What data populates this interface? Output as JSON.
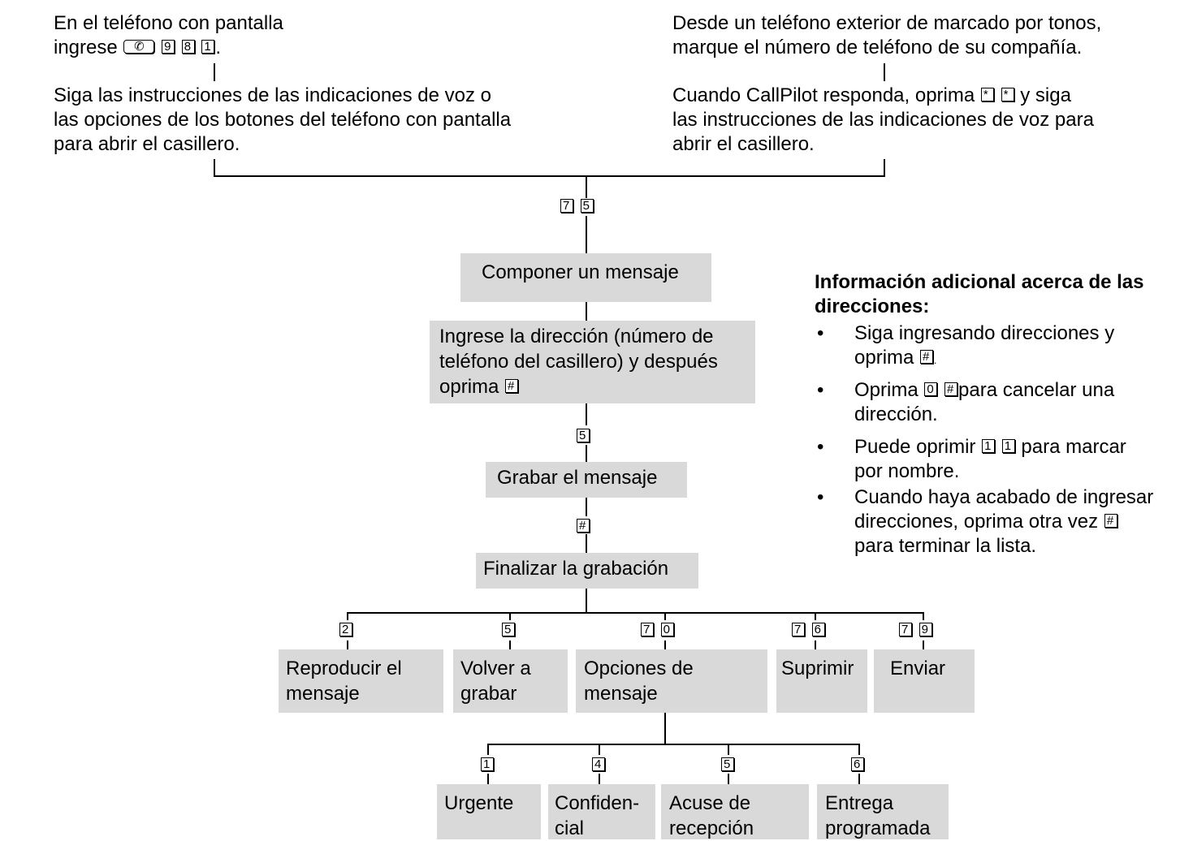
{
  "left_intro": {
    "line1": "En el teléfono con pantalla",
    "line2_prefix": "ingrese",
    "keys": [
      "9",
      "8",
      "1"
    ],
    "line2_suffix": ".",
    "icon": "feature-key-icon",
    "para_line1": "Siga las instrucciones de las indicaciones de voz o",
    "para_line2": "las opciones de los botones del teléfono con pantalla",
    "para_line3": "para abrir el casillero."
  },
  "right_intro": {
    "line1": "Desde un teléfono exterior de marcado por tonos,",
    "line2": "marque el número de teléfono de su compañía.",
    "para_line1_prefix": "Cuando CallPilot responda, oprima",
    "para_keys": [
      "*",
      "*"
    ],
    "para_line1_suffix": "y siga",
    "para_line2": "las instrucciones de las indicaciones de voz para",
    "para_line3": "abrir el casillero."
  },
  "flow": {
    "keys_75": [
      "7",
      "5"
    ],
    "compose": "Componer un mensaje",
    "address_line1": "Ingrese la dirección (número de",
    "address_line2": "teléfono del casillero) y después",
    "address_line3_prefix": "oprima",
    "address_key": "#",
    "key_5": "5",
    "record": "Grabar el mensaje",
    "key_hash": "#",
    "finish": "Finalizar la grabación"
  },
  "options": [
    {
      "keys": [
        "2"
      ],
      "line1": "Reproducir el",
      "line2": "mensaje"
    },
    {
      "keys": [
        "5"
      ],
      "line1": "Volver a",
      "line2": "grabar"
    },
    {
      "keys": [
        "7",
        "0"
      ],
      "line1": "Opciones de",
      "line2": "mensaje"
    },
    {
      "keys": [
        "7",
        "6"
      ],
      "line1": "Suprimir",
      "line2": ""
    },
    {
      "keys": [
        "7",
        "9"
      ],
      "line1": "Enviar",
      "line2": ""
    }
  ],
  "message_options": [
    {
      "key": "1",
      "line1": "Urgente",
      "line2": ""
    },
    {
      "key": "4",
      "line1": "Confiden-",
      "line2": "cial"
    },
    {
      "key": "5",
      "line1": "Acuse de",
      "line2": "recepción"
    },
    {
      "key": "6",
      "line1": "Entrega",
      "line2": "programada"
    }
  ],
  "info": {
    "title_line1": "Información adicional acerca de las",
    "title_line2": "direcciones:",
    "bullet": "•",
    "b1_line1": "Siga ingresando direcciones y",
    "b1_line2_prefix": "oprima",
    "b1_key": "#",
    "b1_line2_suffix": ".",
    "b2_prefix": "Oprima",
    "b2_keys": [
      "0",
      "#"
    ],
    "b2_suffix": "para cancelar una",
    "b2_line2": "dirección.",
    "b3_prefix": "Puede oprimir",
    "b3_keys": [
      "1",
      "1"
    ],
    "b3_suffix": "para marcar",
    "b3_line2": "por nombre.",
    "b4_line1": "Cuando haya acabado de ingresar",
    "b4_line2_prefix": "direcciones, oprima otra vez",
    "b4_key": "#",
    "b4_line3": "para terminar la lista."
  }
}
